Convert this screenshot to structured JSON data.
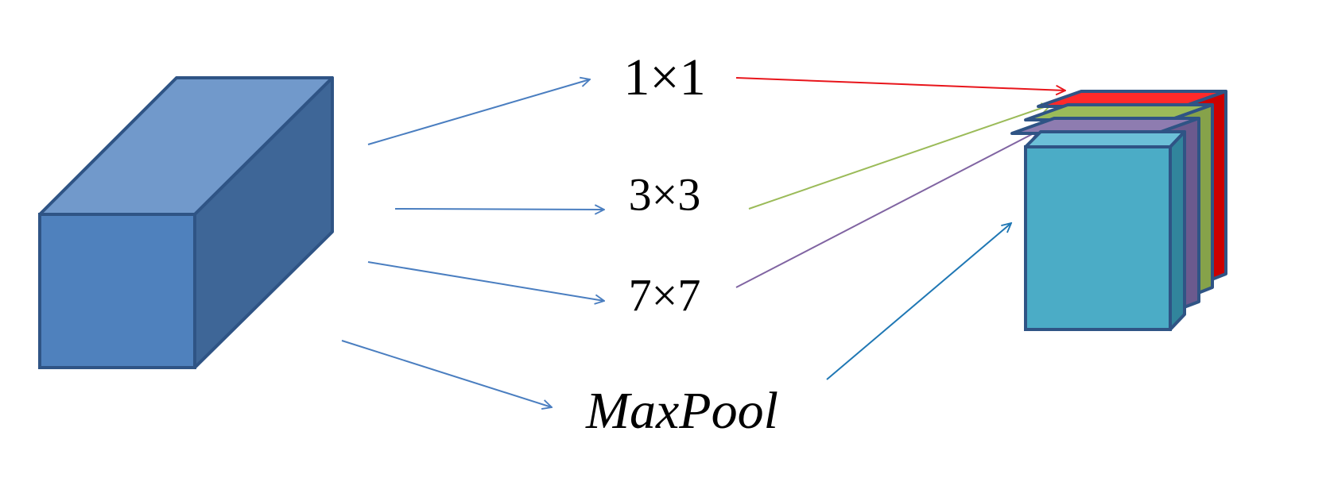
{
  "labels": {
    "conv1": "1×1",
    "conv3": "3×3",
    "conv7": "7×7",
    "maxpool": "MaxPool"
  },
  "colors": {
    "input_front": "#4f81bd",
    "input_top": "#7199cb",
    "input_side": "#3e6697",
    "input_edge": "#2f5485",
    "arrow_blue": "#4a7ec0",
    "arrow_red": "#e8151b",
    "arrow_green": "#9bbb59",
    "arrow_purple": "#8064a2",
    "arrow_teal": "#1f77b4",
    "out_red": "#ff2a2a",
    "out_green": "#9bbb59",
    "out_purple": "#8e7cb0",
    "out_cyan": "#4bacc6",
    "out_cyan_top": "#6cc0d8",
    "out_side": "#31859c",
    "out_edge": "#2f5485"
  }
}
